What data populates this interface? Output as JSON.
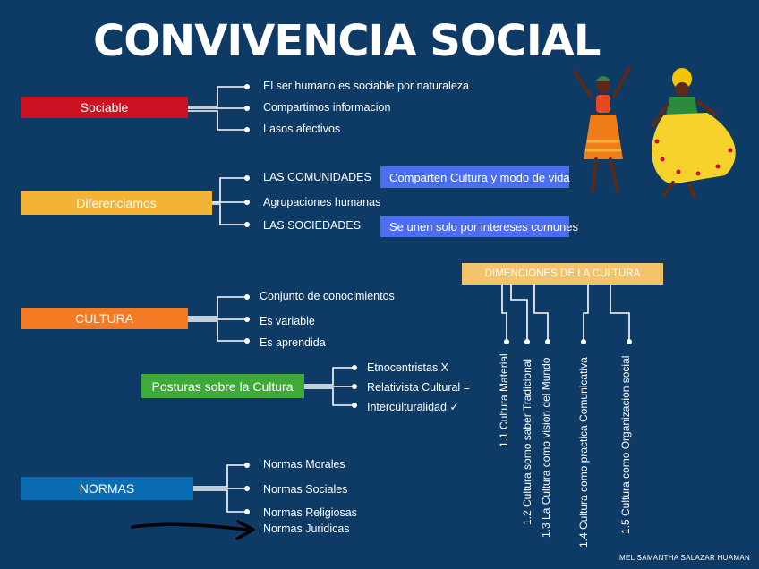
{
  "title": "CONVIVENCIA SOCIAL",
  "sociable": {
    "label": "Sociable",
    "items": [
      "El ser humano es sociable por naturaleza",
      "Compartimos informacion",
      "Lasos afectivos"
    ]
  },
  "diferenciamos": {
    "label": "Diferenciamos",
    "items": [
      "LAS COMUNIDADES",
      "Agrupaciones humanas",
      "LAS SOCIEDADES"
    ],
    "notes": [
      "Comparten Cultura y modo de vida",
      "Se unen solo por intereses comunes"
    ]
  },
  "cultura": {
    "label": "CULTURA",
    "items": [
      "Conjunto de conocimientos",
      "Es variable",
      "Es aprendida"
    ]
  },
  "posturas": {
    "label": "Posturas sobre la Cultura",
    "items": [
      "Etnocentristas X",
      "Relativista Cultural =",
      "Interculturalidad ✓"
    ]
  },
  "normas": {
    "label": "NORMAS",
    "items": [
      "Normas Morales",
      "Normas Sociales",
      "Normas Religiosas",
      "Normas Juridicas"
    ]
  },
  "dimensiones": {
    "label": "DIMENCIONES DE LA CULTURA",
    "items": [
      "1.1 Cultura Material",
      "1.2 Cultura somo saber Tradicional",
      "1.3 La Cultura como vision del Mundo",
      "1.4 Cultura como practica Comunicativa",
      "1.5  Cultura como Organizacion social"
    ]
  },
  "author": "MEL SAMANTHA SALAZAR HUAMAN",
  "colors": {
    "background": "#0e3a66",
    "red": "#cc1123",
    "yellow": "#f5b335",
    "orange": "#f47a24",
    "green": "#3daa3a",
    "blue": "#0a6cb0",
    "note_blue": "#4b6ff0",
    "dim_box": "#f5c46a"
  },
  "illustration": "two-dancers-illustration"
}
